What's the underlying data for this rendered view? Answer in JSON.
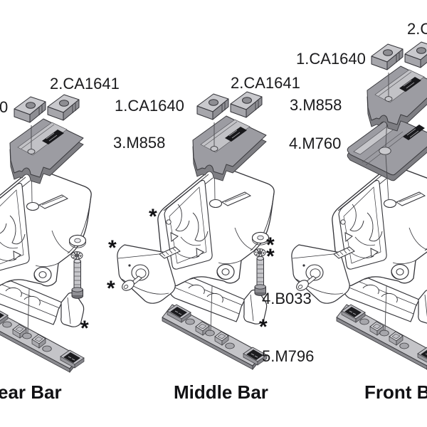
{
  "asterisk": "*",
  "captions": {
    "rear": "ear Bar",
    "middle": "Middle Bar",
    "front": "Front B"
  },
  "part_labels": {
    "rear_ca1641": "2.CA1641",
    "rear_ca1640_clipped": "0",
    "middle_ca1640": "1.CA1640",
    "middle_ca1641": "2.CA1641",
    "middle_m858": "3.M858",
    "middle_b033": "4.B033",
    "middle_m796": "5.M796",
    "front_ca1640": "1.CA1640",
    "front_ca1641_clipped": "2.C",
    "front_m858": "3.M858",
    "front_m760": "4.M760"
  },
  "colors": {
    "background": "#ffffff",
    "line_dark": "#333338",
    "label_text": "#1a1a1c",
    "metal_light": "#c9c9cd",
    "metal_mid": "#9c9ca2",
    "metal_dark": "#85858a",
    "sticker_black": "#18181b"
  }
}
